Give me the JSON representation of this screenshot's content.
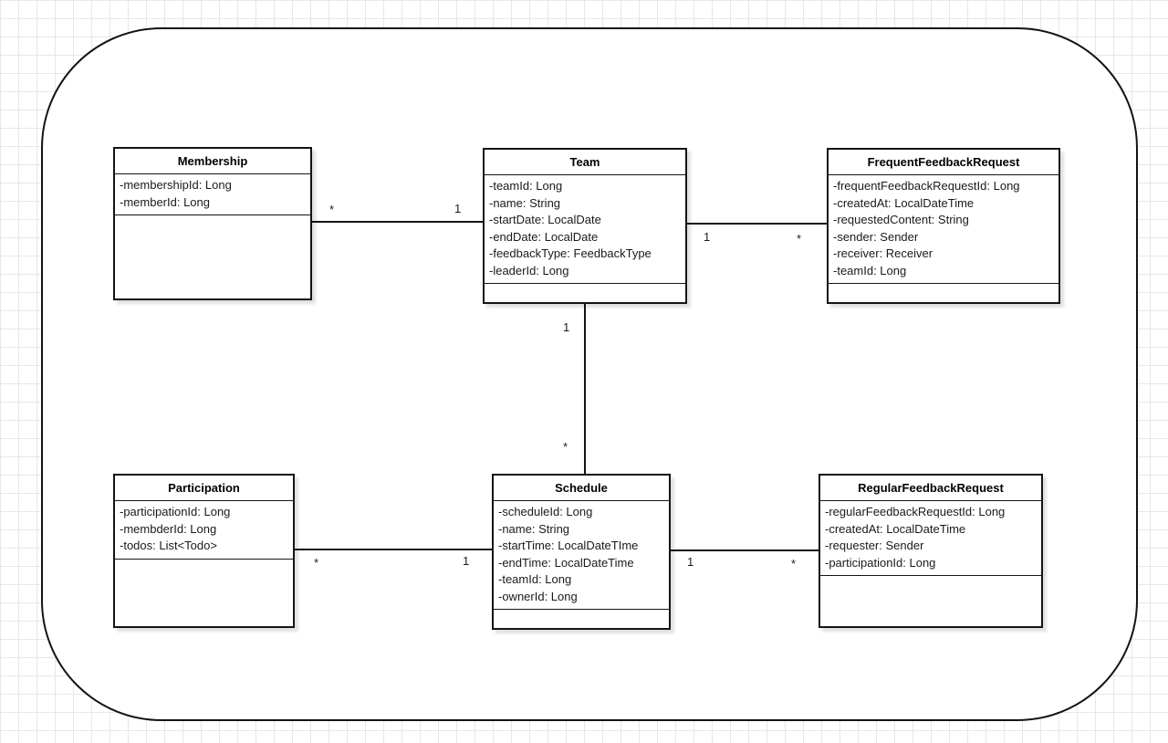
{
  "diagram": {
    "type": "uml-class-diagram",
    "colors": {
      "canvas_bg": "#ffffff",
      "grid_line": "#e7e7e7",
      "shape_stroke": "#141414",
      "shape_fill": "#ffffff",
      "text": "#1a1a1a"
    },
    "classes": [
      {
        "title": "Membership",
        "attributes": [
          "-membershipId: Long",
          "-memberId: Long"
        ]
      },
      {
        "title": "Team",
        "attributes": [
          "-teamId: Long",
          "-name: String",
          "-startDate: LocalDate",
          "-endDate: LocalDate",
          "-feedbackType: FeedbackType",
          "-leaderId: Long"
        ]
      },
      {
        "title": "FrequentFeedbackRequest",
        "attributes": [
          "-frequentFeedbackRequestId: Long",
          "-createdAt: LocalDateTime",
          "-requestedContent: String",
          "-sender: Sender",
          "-receiver: Receiver",
          "-teamId: Long"
        ]
      },
      {
        "title": "Participation",
        "attributes": [
          "-participationId: Long",
          "-membderId: Long",
          "-todos: List<Todo>"
        ]
      },
      {
        "title": "Schedule",
        "attributes": [
          "-scheduleId: Long",
          "-name: String",
          "-startTime: LocalDateTIme",
          "-endTime: LocalDateTime",
          "-teamId: Long",
          "-ownerId: Long"
        ]
      },
      {
        "title": "RegularFeedbackRequest",
        "attributes": [
          "-regularFeedbackRequestId: Long",
          "-createdAt: LocalDateTime",
          "-requester: Sender",
          "-participationId: Long"
        ]
      }
    ],
    "connections": [
      {
        "from": "Membership",
        "to": "Team",
        "source_label": "*",
        "target_label": "1"
      },
      {
        "from": "Team",
        "to": "FrequentFeedbackRequest",
        "source_label": "1",
        "target_label": "*"
      },
      {
        "from": "Team",
        "to": "Schedule",
        "source_label": "1",
        "target_label": "*"
      },
      {
        "from": "Participation",
        "to": "Schedule",
        "source_label": "*",
        "target_label": "1"
      },
      {
        "from": "Schedule",
        "to": "RegularFeedbackRequest",
        "source_label": "1",
        "target_label": "*"
      }
    ]
  }
}
